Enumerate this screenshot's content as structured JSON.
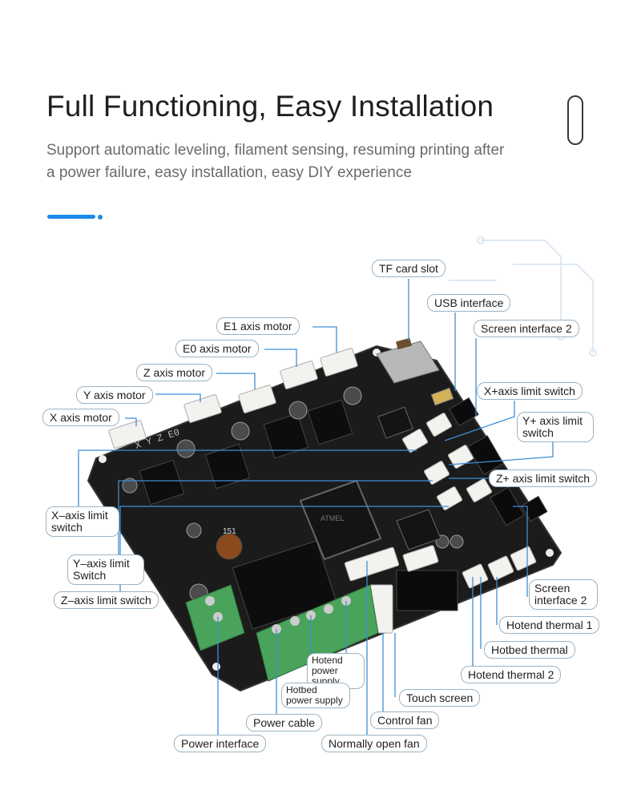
{
  "header": {
    "title": "Full Functioning, Easy Installation",
    "subtitle_line1": "Support automatic leveling, filament sensing, resuming printing after",
    "subtitle_line2": "a power failure, easy installation, easy DIY experience"
  },
  "colors": {
    "accent": "#1f8be8",
    "pcb": "#1b1b1b",
    "connector": "#f2f2ee",
    "terminal": "#4aa35a",
    "leader": "#3e8fd6",
    "label_border": "#9bb3c4"
  },
  "icons": {
    "side_icon": "pill-outline-icon",
    "accent": "progress-dash-icon"
  },
  "board": {
    "silk_axes": "X  Y  Z  E0",
    "chip_text": "ATMEL",
    "inductor_text": "151"
  },
  "labels": {
    "tf_card_slot": "TF card slot",
    "usb_interface": "USB interface",
    "screen_interface_2_top": "Screen interface 2",
    "e1_axis_motor": "E1 axis motor",
    "e0_axis_motor": "E0 axis motor",
    "z_axis_motor": "Z axis motor",
    "y_axis_motor": "Y axis motor",
    "x_axis_motor": "X axis motor",
    "x_plus_limit": "X+axis limit switch",
    "y_plus_limit": "Y+ axis limit switch",
    "z_plus_limit": "Z+ axis limit switch",
    "x_minus_limit": "X–axis limit switch",
    "y_minus_limit": "Y–axis limit Switch",
    "z_minus_limit": "Z–axis limit switch",
    "screen_interface_2_bottom": "Screen interface 2",
    "hotend_thermal_1": "Hotend thermal 1",
    "hotbed_thermal": "Hotbed thermal",
    "hotend_thermal_2": "Hotend thermal 2",
    "touch_screen": "Touch screen",
    "control_fan": "Control fan",
    "normally_open_fan": "Normally open fan",
    "hotend_power_supply": "Hotend power supply",
    "hotbed_power_supply": "Hotbed power supply",
    "power_cable": "Power cable",
    "power_interface": "Power interface"
  }
}
